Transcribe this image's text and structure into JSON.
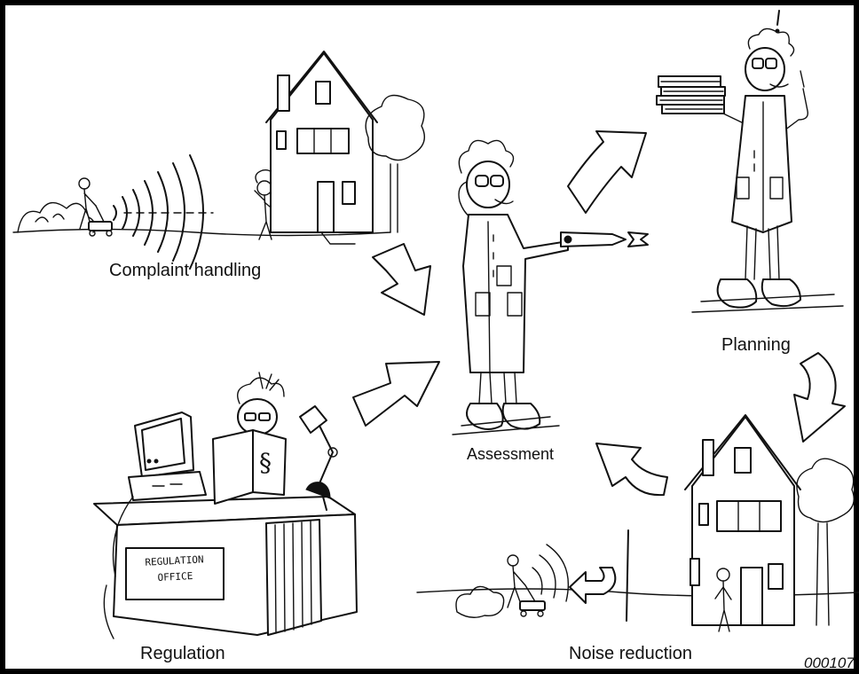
{
  "labels": {
    "complaint": "Complaint handling",
    "assessment": "Assessment",
    "planning": "Planning",
    "regulation": "Regulation",
    "noise_reduction": "Noise reduction",
    "image_id": "000107"
  },
  "desk_sign": {
    "line1": "REGULATION",
    "line2": "OFFICE"
  },
  "book_symbol": "§",
  "colors": {
    "ink": "#111111",
    "paper": "#ffffff",
    "frame": "#000000"
  }
}
